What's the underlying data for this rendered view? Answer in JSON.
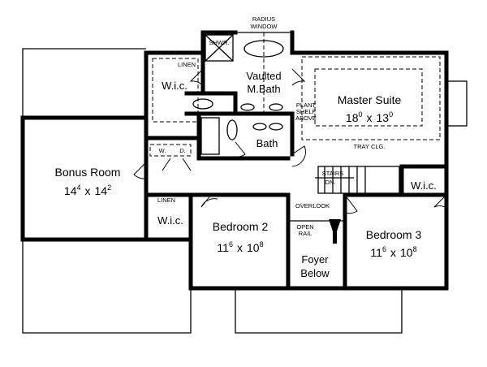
{
  "plan": {
    "rooms": {
      "bonus": {
        "name": "Bonus Room",
        "w_ft": "14",
        "w_in": "4",
        "x": "x",
        "d_ft": "14",
        "d_in": "2"
      },
      "master": {
        "name": "Master Suite",
        "w_ft": "18",
        "w_in": "0",
        "x": "x",
        "d_ft": "13",
        "d_in": "0"
      },
      "bedroom2": {
        "name": "Bedroom 2",
        "w_ft": "11",
        "w_in": "6",
        "x": "x",
        "d_ft": "10",
        "d_in": "8"
      },
      "bedroom3": {
        "name": "Bedroom 3",
        "w_ft": "11",
        "w_in": "6",
        "x": "x",
        "d_ft": "10",
        "d_in": "8"
      },
      "mbath_line1": "Vaulted",
      "mbath_line2": "M.Bath",
      "bath": "Bath",
      "wic_master": "W.i.c.",
      "wic_bed2": "W.i.c.",
      "wic_bed3": "W.i.c.",
      "foyer_line1": "Foyer",
      "foyer_line2": "Below"
    },
    "notes": {
      "radius_1": "RADIUS",
      "radius_2": "WINDOW",
      "shwr": "SHWR.",
      "linen_top": "LINEN",
      "linen_bottom": "LINEN",
      "plant_1": "PLANT",
      "plant_2": "SHELF",
      "plant_3": "ABOVE",
      "tray": "TRAY CLG.",
      "stairs": "STAIRS",
      "dn": "DN.",
      "overlook": "OVERLOOK",
      "open": "OPEN",
      "rail": "RAIL",
      "washer": "W.",
      "dryer": "D."
    }
  }
}
